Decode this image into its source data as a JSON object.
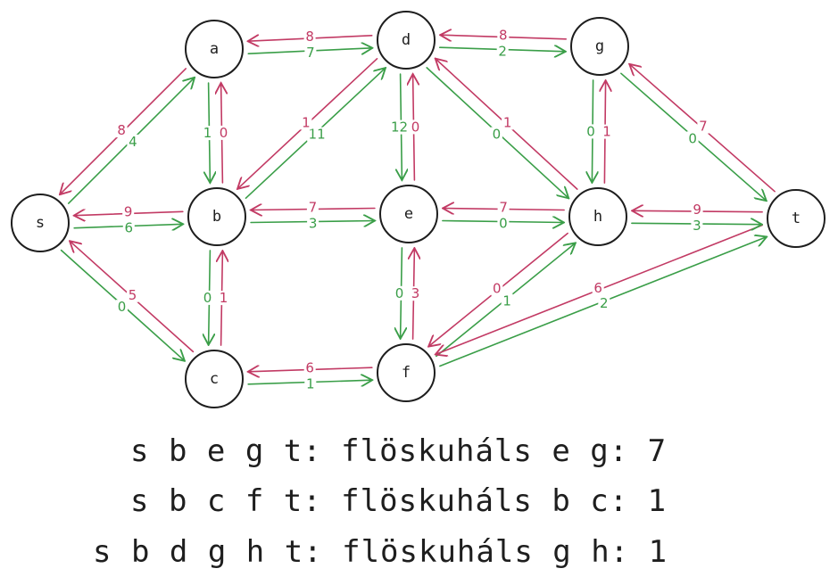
{
  "colors": {
    "forward": "#3a9e48",
    "backward": "#c23a64",
    "node_stroke": "#1e1e1e"
  },
  "nodes": [
    {
      "id": "s",
      "label": "s"
    },
    {
      "id": "a",
      "label": "a"
    },
    {
      "id": "b",
      "label": "b"
    },
    {
      "id": "c",
      "label": "c"
    },
    {
      "id": "d",
      "label": "d"
    },
    {
      "id": "e",
      "label": "e"
    },
    {
      "id": "f",
      "label": "f"
    },
    {
      "id": "g",
      "label": "g"
    },
    {
      "id": "h",
      "label": "h"
    },
    {
      "id": "t",
      "label": "t"
    }
  ],
  "edges": [
    {
      "from": "s",
      "to": "a",
      "label": "4",
      "kind": "forward"
    },
    {
      "from": "a",
      "to": "s",
      "label": "8",
      "kind": "backward"
    },
    {
      "from": "s",
      "to": "b",
      "label": "6",
      "kind": "forward"
    },
    {
      "from": "b",
      "to": "s",
      "label": "9",
      "kind": "backward"
    },
    {
      "from": "s",
      "to": "c",
      "label": "0",
      "kind": "forward"
    },
    {
      "from": "c",
      "to": "s",
      "label": "5",
      "kind": "backward"
    },
    {
      "from": "a",
      "to": "d",
      "label": "7",
      "kind": "forward"
    },
    {
      "from": "d",
      "to": "a",
      "label": "8",
      "kind": "backward"
    },
    {
      "from": "a",
      "to": "b",
      "label": "1",
      "kind": "forward"
    },
    {
      "from": "b",
      "to": "a",
      "label": "0",
      "kind": "backward"
    },
    {
      "from": "b",
      "to": "d",
      "label": "11",
      "kind": "forward"
    },
    {
      "from": "d",
      "to": "b",
      "label": "1",
      "kind": "backward"
    },
    {
      "from": "b",
      "to": "e",
      "label": "3",
      "kind": "forward"
    },
    {
      "from": "e",
      "to": "b",
      "label": "7",
      "kind": "backward"
    },
    {
      "from": "b",
      "to": "c",
      "label": "0",
      "kind": "forward"
    },
    {
      "from": "c",
      "to": "b",
      "label": "1",
      "kind": "backward"
    },
    {
      "from": "c",
      "to": "f",
      "label": "1",
      "kind": "forward"
    },
    {
      "from": "f",
      "to": "c",
      "label": "6",
      "kind": "backward"
    },
    {
      "from": "d",
      "to": "g",
      "label": "2",
      "kind": "forward"
    },
    {
      "from": "g",
      "to": "d",
      "label": "8",
      "kind": "backward"
    },
    {
      "from": "d",
      "to": "e",
      "label": "12",
      "kind": "forward"
    },
    {
      "from": "e",
      "to": "d",
      "label": "0",
      "kind": "backward"
    },
    {
      "from": "d",
      "to": "h",
      "label": "0",
      "kind": "forward"
    },
    {
      "from": "h",
      "to": "d",
      "label": "1",
      "kind": "backward"
    },
    {
      "from": "e",
      "to": "h",
      "label": "0",
      "kind": "forward"
    },
    {
      "from": "h",
      "to": "e",
      "label": "7",
      "kind": "backward"
    },
    {
      "from": "e",
      "to": "f",
      "label": "0",
      "kind": "forward"
    },
    {
      "from": "f",
      "to": "e",
      "label": "3",
      "kind": "backward"
    },
    {
      "from": "f",
      "to": "h",
      "label": "1",
      "kind": "forward"
    },
    {
      "from": "h",
      "to": "f",
      "label": "0",
      "kind": "backward"
    },
    {
      "from": "f",
      "to": "t",
      "label": "2",
      "kind": "forward"
    },
    {
      "from": "t",
      "to": "f",
      "label": "6",
      "kind": "backward"
    },
    {
      "from": "g",
      "to": "h",
      "label": "0",
      "kind": "forward"
    },
    {
      "from": "h",
      "to": "g",
      "label": "1",
      "kind": "backward"
    },
    {
      "from": "g",
      "to": "t",
      "label": "0",
      "kind": "forward"
    },
    {
      "from": "t",
      "to": "g",
      "label": "7",
      "kind": "backward"
    },
    {
      "from": "h",
      "to": "t",
      "label": "3",
      "kind": "forward"
    },
    {
      "from": "t",
      "to": "h",
      "label": "9",
      "kind": "backward"
    }
  ],
  "augmenting_paths": [
    "s b e g t: flöskuháls e g: 7",
    "s b c f t: flöskuháls b c: 1",
    "s b d g h t: flöskuháls g h: 1"
  ]
}
